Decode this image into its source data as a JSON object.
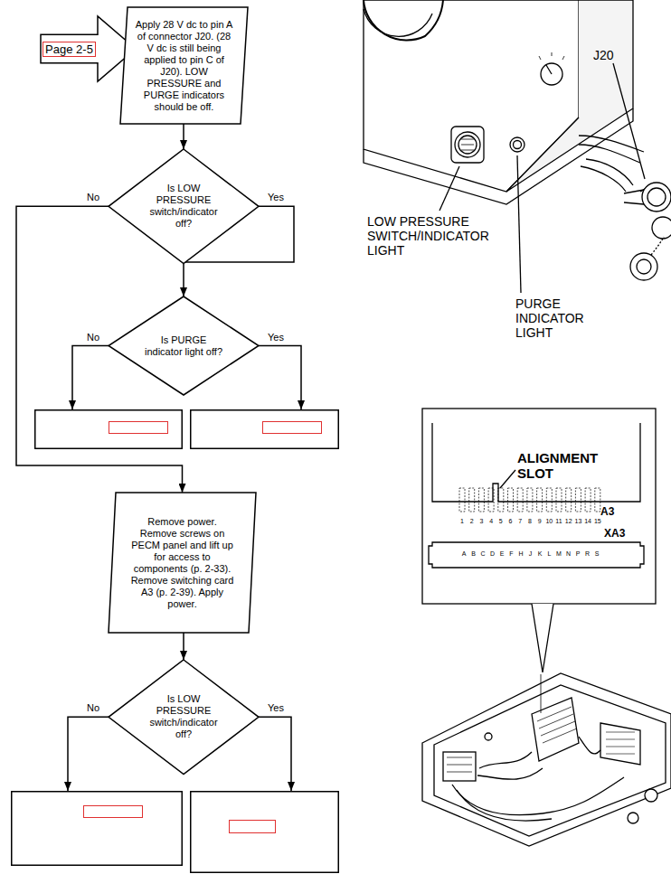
{
  "diagram": {
    "nodes": [
      {
        "text": [
          "Page 2-5"
        ]
      },
      {
        "text": [
          "Apply 28 V dc to pin A of connector J20. (28 V dc is still being applied to pin C of J20). LOW PRESSURE and PURGE indicators should be off."
        ]
      },
      {
        "text": [
          "Is LOW PRESSURE switch/indicator off?"
        ]
      },
      {
        "text": [
          "Is PURGE indicator light off?"
        ]
      },
      {
        "text": []
      },
      {
        "text": []
      },
      {
        "text": [
          "Remove power. Remove screws on PECM panel and lift up for access to components (p. 2-33). Remove switching card A3 (p. 2-39). Apply power."
        ]
      },
      {
        "text": [
          "Is LOW PRESSURE switch/indicator off?"
        ]
      },
      {
        "text": []
      },
      {
        "text": []
      }
    ],
    "edges": [
      {
        "from": 1,
        "to": 2,
        "arrow": "to"
      },
      {
        "from": 2,
        "to": 3,
        "label": "Yes",
        "arrow": "to"
      },
      {
        "from": 2,
        "to": 6,
        "label": "No",
        "arrow": "to"
      },
      {
        "from": 3,
        "to": 4,
        "label": "No",
        "arrow": "to"
      },
      {
        "from": 3,
        "to": 5,
        "label": "Yes",
        "arrow": "to"
      },
      {
        "from": 6,
        "to": 7,
        "arrow": "to"
      },
      {
        "from": 7,
        "to": 8,
        "label": "No",
        "arrow": "to"
      },
      {
        "from": 7,
        "to": 9,
        "label": "Yes",
        "arrow": "to"
      }
    ],
    "labels": [
      "J20",
      "LOW PRESSURE SWITCH/INDICATOR LIGHT",
      "PURGE INDICATOR LIGHT",
      "ALIGNMENT SLOT",
      "A3",
      "1",
      "2",
      "3",
      "4",
      "5",
      "6",
      "7",
      "8",
      "9",
      "10",
      "11",
      "12",
      "13",
      "14",
      "15",
      "XA3",
      "A",
      "B",
      "C",
      "D",
      "E",
      "F",
      "H",
      "J",
      "K",
      "L",
      "M",
      "N",
      "P",
      "R",
      "S"
    ]
  }
}
